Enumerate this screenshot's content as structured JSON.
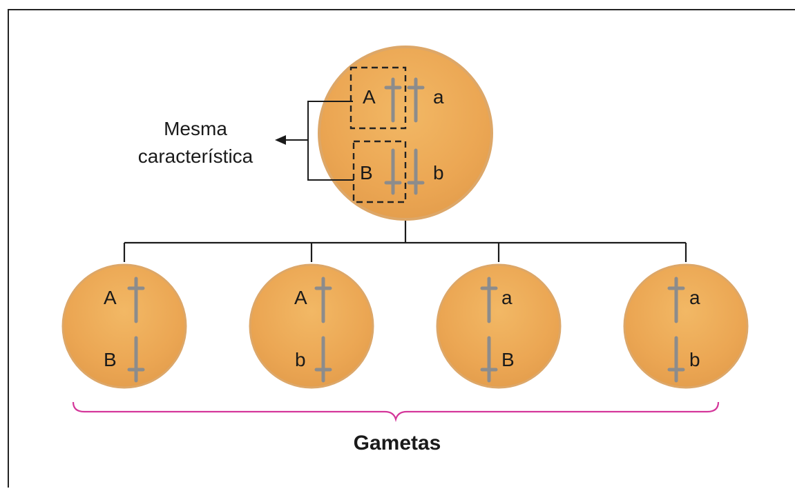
{
  "colors": {
    "cell_fill": "#E9A653",
    "cell_stroke": "#DDA768",
    "chromosome": "#8C8C8C",
    "line": "#1a1a1a",
    "brace": "#D4369A",
    "text": "#1a1a1a"
  },
  "parent_cell": {
    "allele_A": "A",
    "allele_a": "a",
    "allele_B": "B",
    "allele_b": "b"
  },
  "annotation": {
    "line1": "Mesma",
    "line2": "característica"
  },
  "gametes": [
    {
      "top_allele": "A",
      "bottom_allele": "B"
    },
    {
      "top_allele": "A",
      "bottom_allele": "b"
    },
    {
      "top_allele": "a",
      "bottom_allele": "B"
    },
    {
      "top_allele": "a",
      "bottom_allele": "b"
    }
  ],
  "brace_label": "Gametas"
}
